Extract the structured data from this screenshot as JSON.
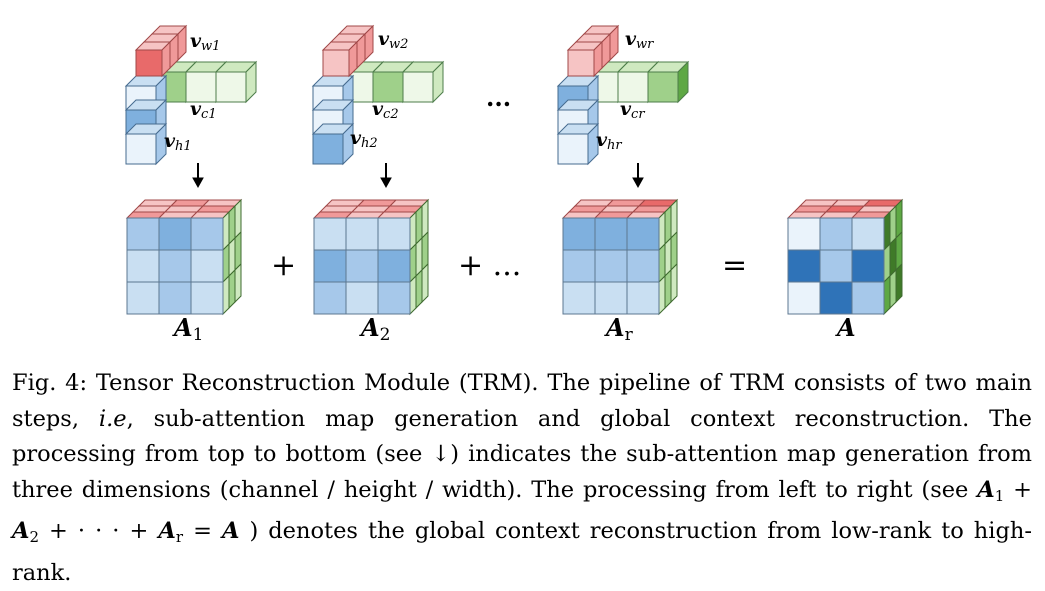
{
  "figure": {
    "top_vectors": [
      {
        "w": {
          "base": "v",
          "sub": "w1"
        },
        "c": {
          "base": "v",
          "sub": "c1"
        },
        "h": {
          "base": "v",
          "sub": "h1"
        }
      },
      {
        "w": {
          "base": "v",
          "sub": "w2"
        },
        "c": {
          "base": "v",
          "sub": "c2"
        },
        "h": {
          "base": "v",
          "sub": "h2"
        }
      },
      {
        "w": {
          "base": "v",
          "sub": "wr"
        },
        "c": {
          "base": "v",
          "sub": "cr"
        },
        "h": {
          "base": "v",
          "sub": "hr"
        }
      }
    ],
    "dots_top": "...",
    "cubes": [
      {
        "base": "A",
        "sub": "1"
      },
      {
        "base": "A",
        "sub": "2"
      },
      {
        "base": "A",
        "sub": "r"
      },
      {
        "base": "A",
        "sub": ""
      }
    ],
    "plus1": "+",
    "plus2": "+ ...",
    "equals": "=",
    "colors": {
      "red": "#e04848",
      "green": "#3f8f2a",
      "blue": "#2b6cb4"
    }
  },
  "caption": {
    "fig_label": "Fig. 4:",
    "title": "Tensor Reconstruction Module (TRM).",
    "text1": "The pipeline of TRM consists of two main steps,",
    "ie": "i.e",
    "text2": ", sub-attention map generation and global context reconstruction. The processing from top to bottom (see ↓) indicates the sub-attention map generation from three dimensions (channel / height / width). The processing from left to right (see",
    "eq": {
      "a1": "A",
      "s1": "1",
      "plus_a": " + ",
      "a2": "A",
      "s2": "2",
      "mid": " + · · · + ",
      "ar": "A",
      "sr": "r",
      "eqs": " = ",
      "a": "A"
    },
    "text3": ") denotes the global context reconstruction from low-rank to high-rank."
  }
}
